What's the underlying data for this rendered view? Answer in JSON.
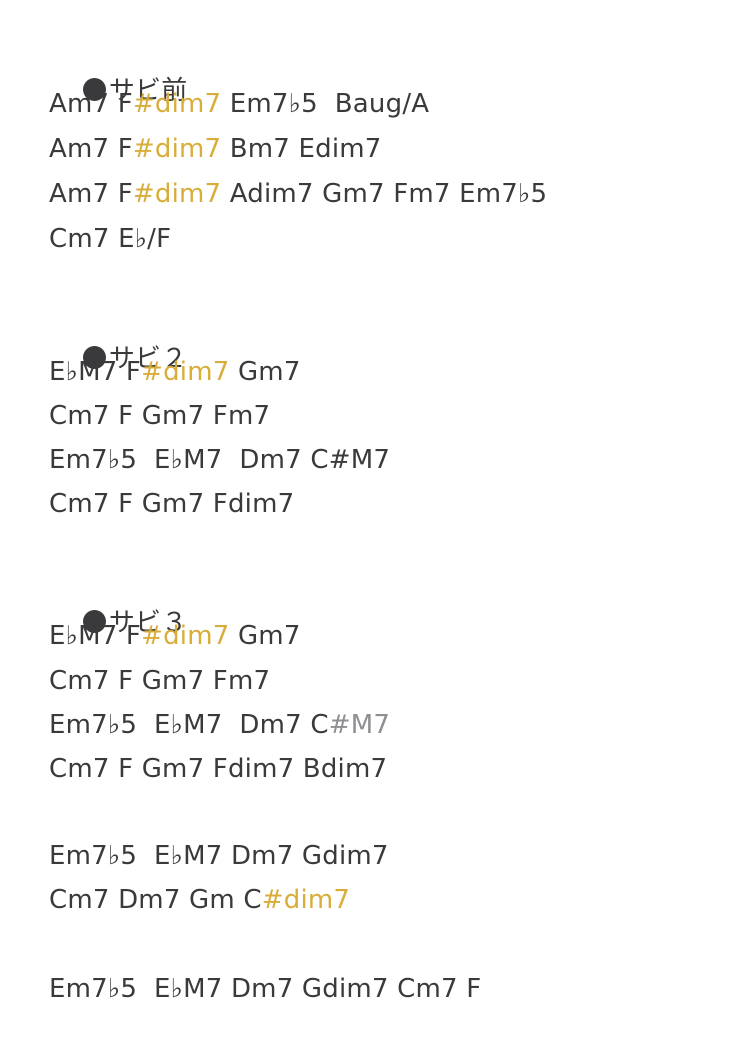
{
  "sections": [
    {
      "heading": "サビ前",
      "lines": [
        [
          {
            "t": "Am7 F",
            "s": "normal"
          },
          {
            "t": "#dim7",
            "s": "hl"
          },
          {
            "t": " Em7♭5  Baug/A",
            "s": "normal"
          }
        ],
        [
          {
            "t": "Am7 F",
            "s": "normal"
          },
          {
            "t": "#dim7",
            "s": "hl"
          },
          {
            "t": " Bm7 Edim7",
            "s": "normal"
          }
        ],
        [
          {
            "t": "Am7 F",
            "s": "normal"
          },
          {
            "t": "#dim7",
            "s": "hl"
          },
          {
            "t": " Adim7 Gm7 Fm7 Em7♭5",
            "s": "normal"
          }
        ],
        [
          {
            "t": "Cm7 E♭/F",
            "s": "normal"
          }
        ]
      ]
    },
    {
      "heading": "サビ２",
      "lines": [
        [
          {
            "t": "E♭M7 F",
            "s": "normal"
          },
          {
            "t": "#dim7",
            "s": "hl"
          },
          {
            "t": " Gm7",
            "s": "normal"
          }
        ],
        [
          {
            "t": "Cm7 F Gm7 Fm7",
            "s": "normal"
          }
        ],
        [
          {
            "t": "Em7♭5  E♭M7  Dm7 C#M7",
            "s": "normal"
          }
        ],
        [
          {
            "t": "Cm7 F Gm7 Fdim7",
            "s": "normal"
          }
        ]
      ]
    },
    {
      "heading": "サビ３",
      "lines": [
        [
          {
            "t": "E♭M7 F",
            "s": "normal"
          },
          {
            "t": "#dim7",
            "s": "hl"
          },
          {
            "t": " Gm7",
            "s": "normal"
          }
        ],
        [
          {
            "t": "Cm7 F Gm7 Fm7",
            "s": "normal"
          }
        ],
        [
          {
            "t": "Em7♭5  E♭M7  Dm7 C",
            "s": "normal"
          },
          {
            "t": "#M7",
            "s": "gray"
          }
        ],
        [
          {
            "t": "Cm7 F Gm7 Fdim7 Bdim7",
            "s": "normal"
          }
        ]
      ]
    },
    {
      "heading": "",
      "lines": [
        [
          {
            "t": "Em7♭5  E♭M7 Dm7 Gdim7",
            "s": "normal"
          }
        ],
        [
          {
            "t": "Cm7 Dm7 Gm C",
            "s": "normal"
          },
          {
            "t": "#dim7",
            "s": "hl"
          }
        ]
      ]
    },
    {
      "heading": "",
      "lines": [
        [
          {
            "t": "Em7♭5  E♭M7 Dm7 Gdim7 Cm7 F",
            "s": "normal"
          }
        ]
      ]
    }
  ]
}
